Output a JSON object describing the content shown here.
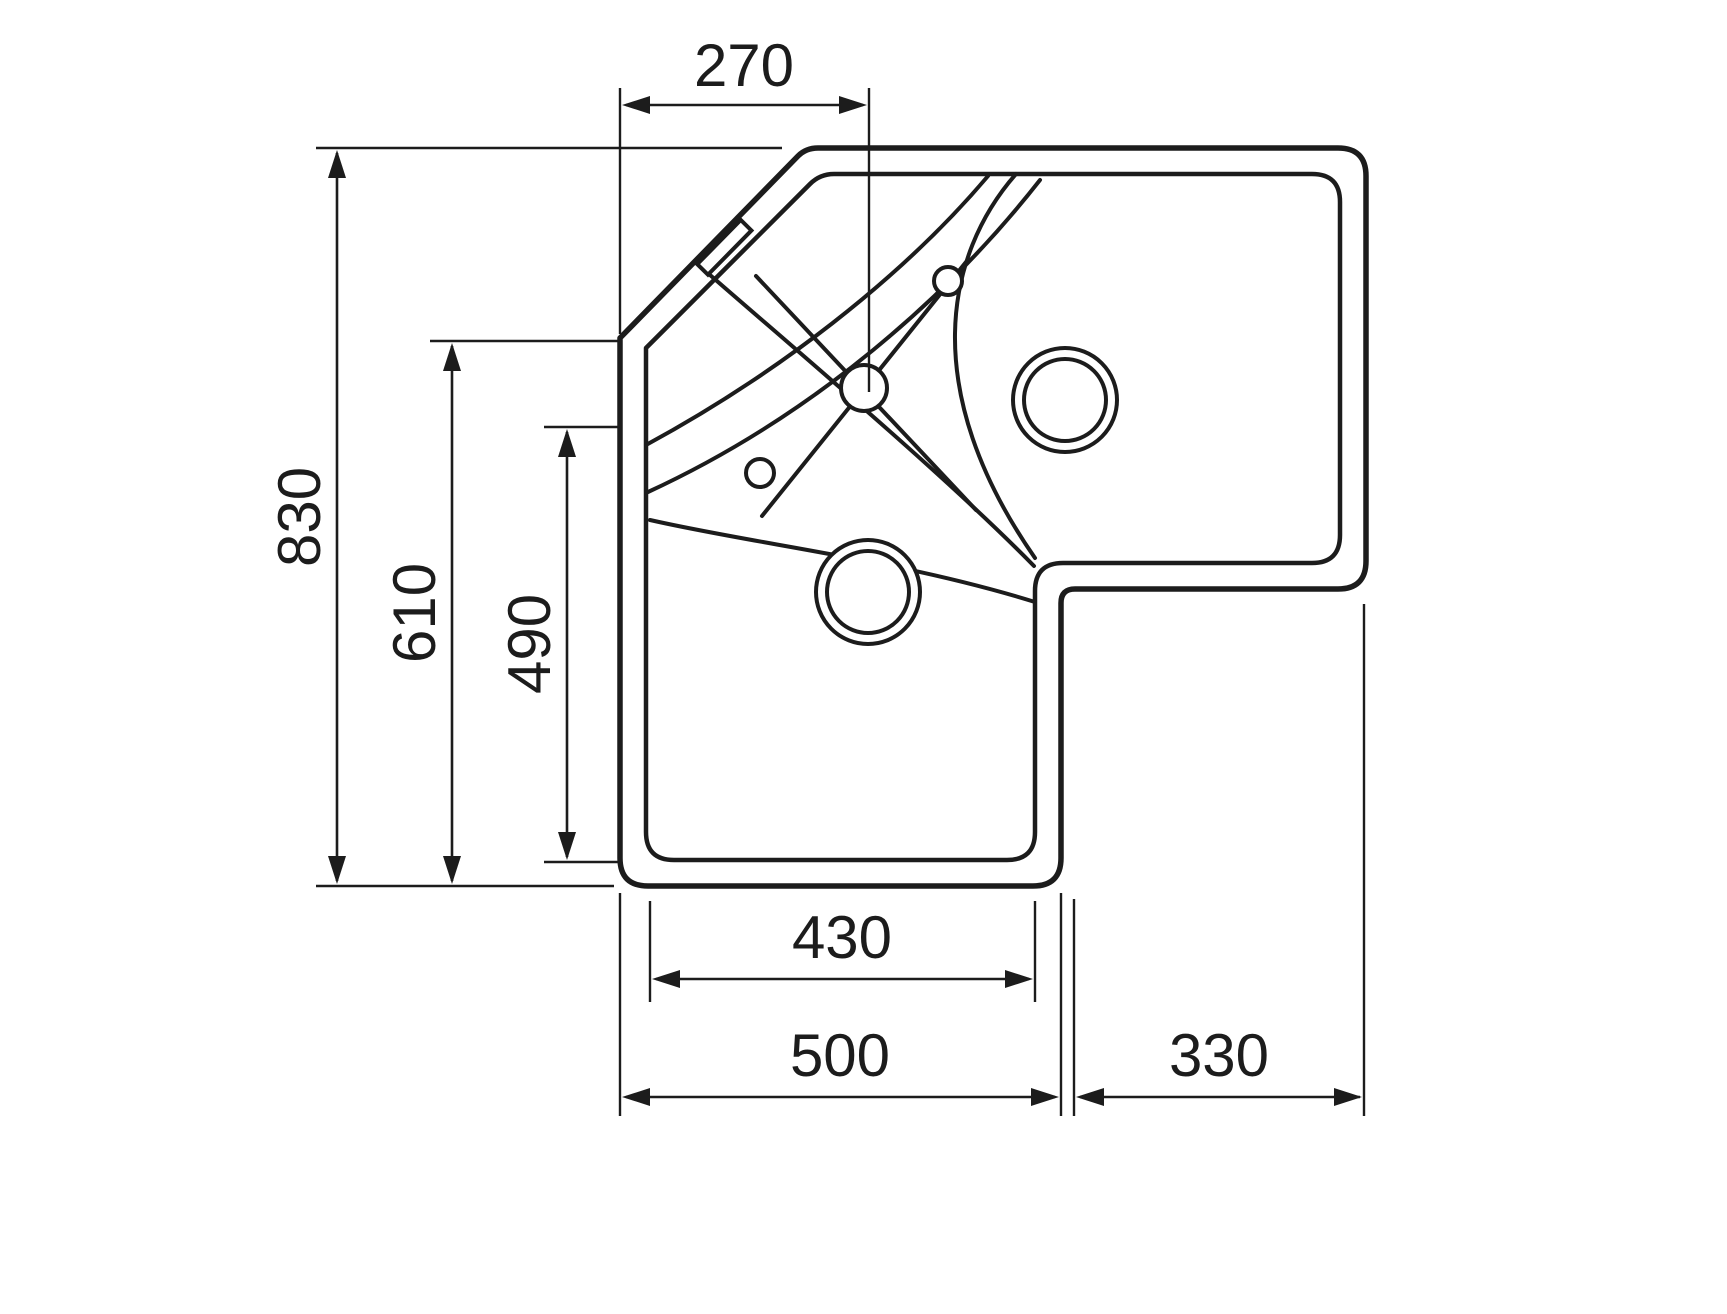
{
  "page": {
    "background": "#ffffff",
    "line_color": "#1c1c1c"
  },
  "drawing": {
    "subject": "corner-sink-plan-view-technical-drawing",
    "dimensions": {
      "top_corner_width": "270",
      "overall_depth": "830",
      "left_inner_depth": "610",
      "bowl_depth": "490",
      "bottom_inner_width": "430",
      "bottom_outer_width": "500",
      "right_wing_width": "330"
    }
  }
}
